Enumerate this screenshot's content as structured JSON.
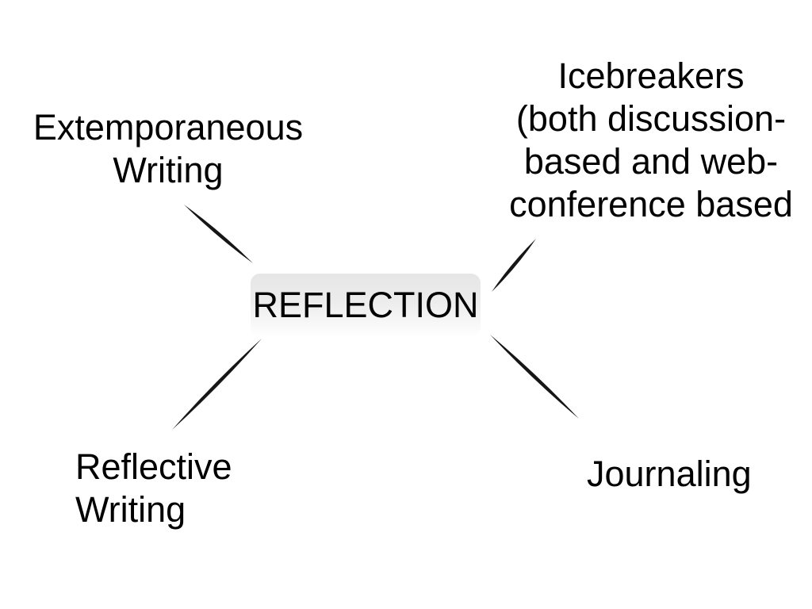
{
  "diagram": {
    "type": "mind-map",
    "center": {
      "id": "reflection",
      "label": "REFLECTION"
    },
    "nodes": [
      {
        "id": "extemporaneous-writing",
        "position": "top-left",
        "lines": [
          "Extemporaneous",
          "Writing"
        ]
      },
      {
        "id": "icebreakers",
        "position": "top-right",
        "lines": [
          "Icebreakers",
          "(both discussion-",
          "based and web-",
          "conference based"
        ]
      },
      {
        "id": "reflective-writing",
        "position": "bottom-left",
        "lines": [
          "Reflective",
          "Writing"
        ]
      },
      {
        "id": "journaling",
        "position": "bottom-right",
        "lines": [
          "Journaling"
        ]
      }
    ],
    "edges": [
      {
        "from": "reflection",
        "to": "extemporaneous-writing"
      },
      {
        "from": "reflection",
        "to": "icebreakers"
      },
      {
        "from": "reflection",
        "to": "reflective-writing"
      },
      {
        "from": "reflection",
        "to": "journaling"
      }
    ],
    "colors": {
      "background": "#ffffff",
      "text": "#000000",
      "line": "#161616",
      "box_top": "#e6e6e6",
      "box_bottom": "#fefefe"
    }
  }
}
